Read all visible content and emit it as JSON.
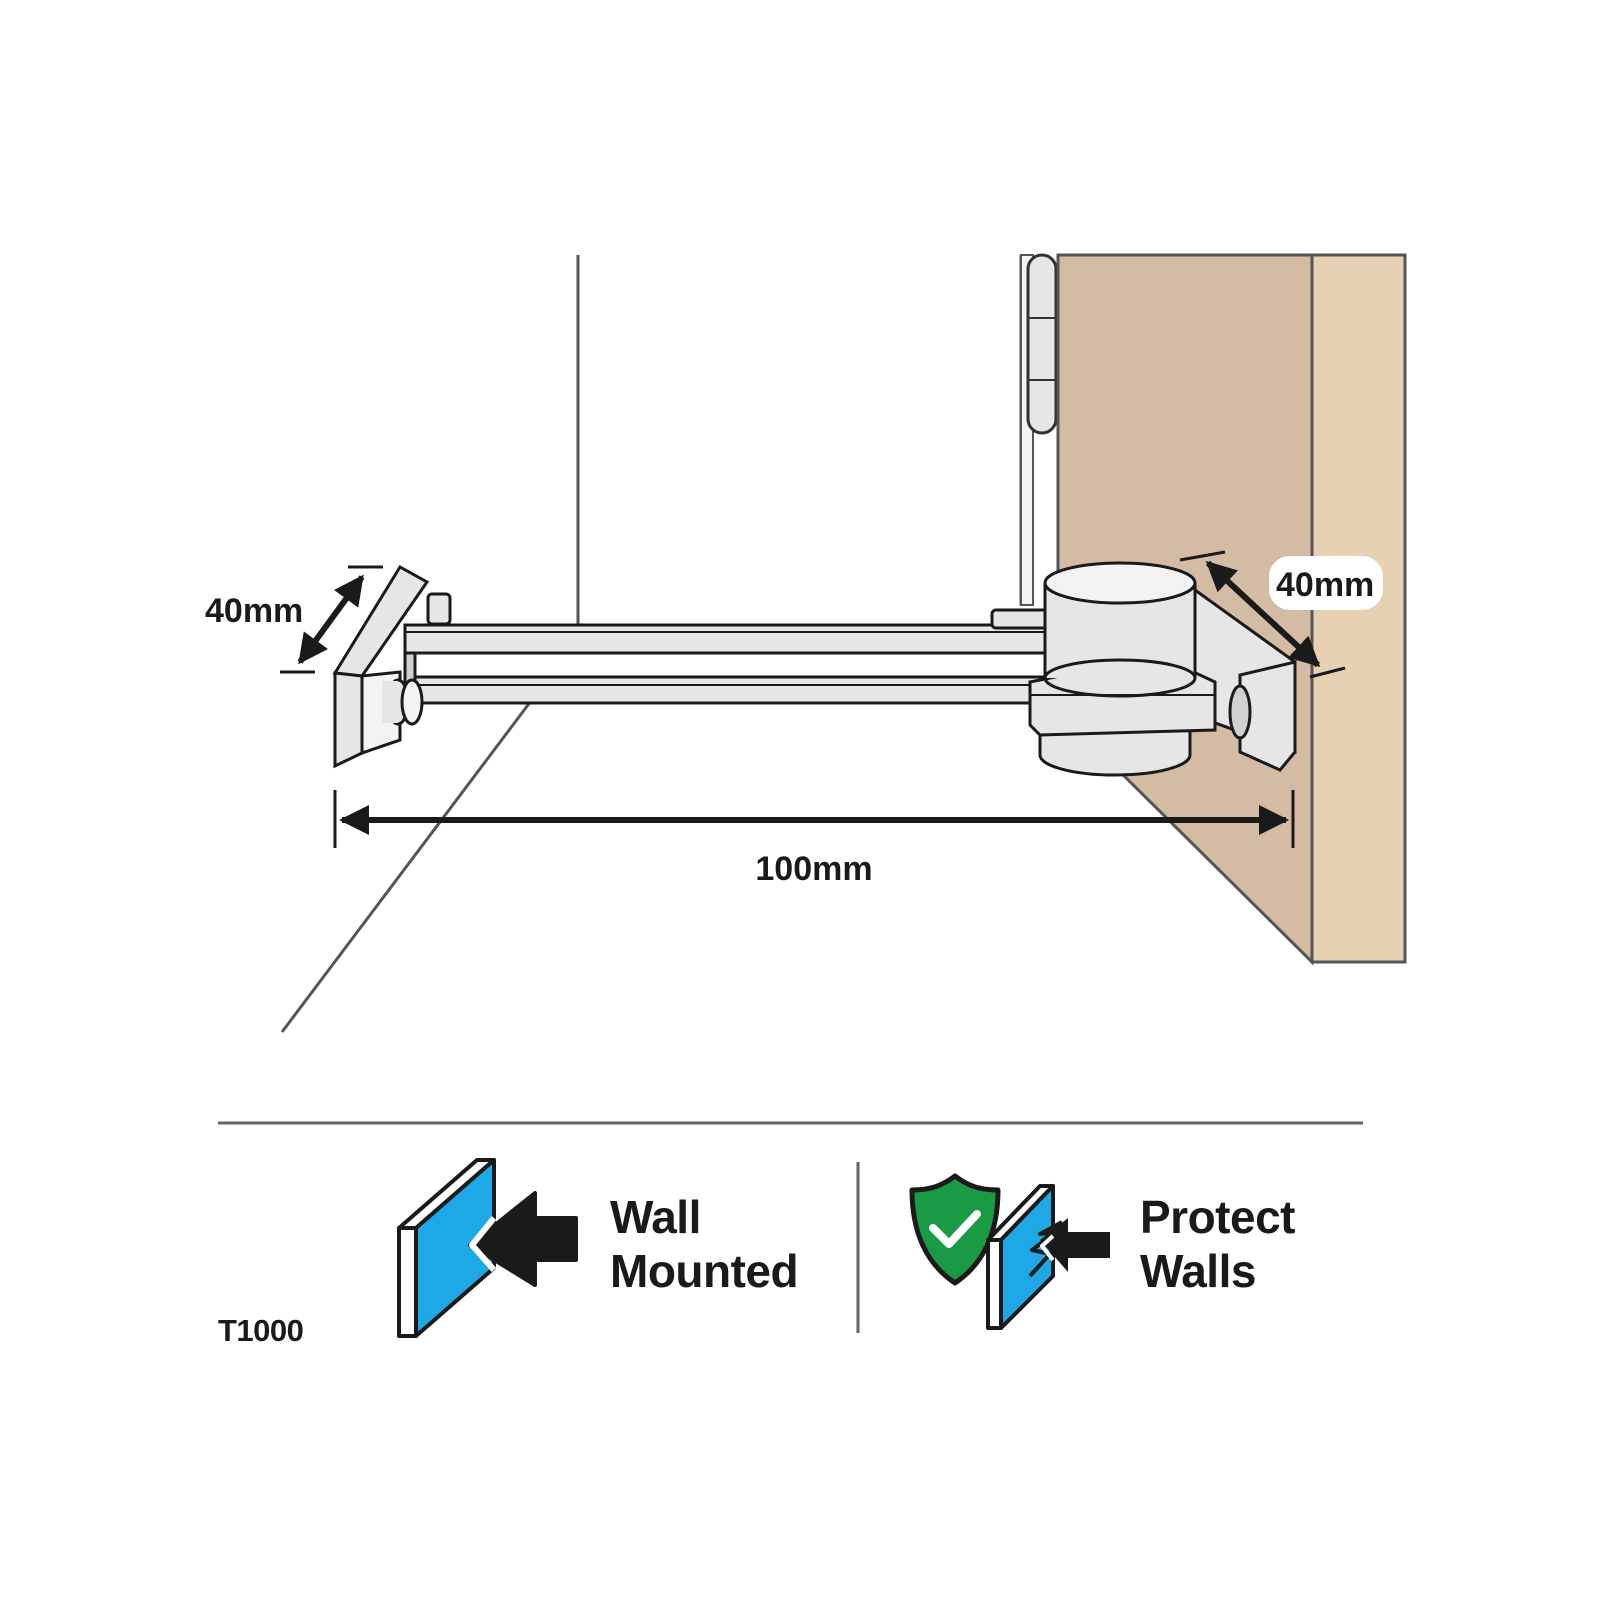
{
  "dimensions": {
    "left_height": "40mm",
    "right_height": "40mm",
    "length": "100mm"
  },
  "features": [
    {
      "icon": "wall-mounted-icon",
      "line1": "Wall",
      "line2": "Mounted"
    },
    {
      "icon": "protect-walls-icon",
      "line1": "Protect",
      "line2": "Walls"
    }
  ],
  "model_code": "T1000",
  "colors": {
    "wall_face": "#d4bba3",
    "wall_side": "#e6d1b3",
    "icon_blue": "#1ea8e6",
    "shield_green": "#1a9a45",
    "product_grey": "#e6e6e6",
    "outline": "#1a1a1a"
  }
}
